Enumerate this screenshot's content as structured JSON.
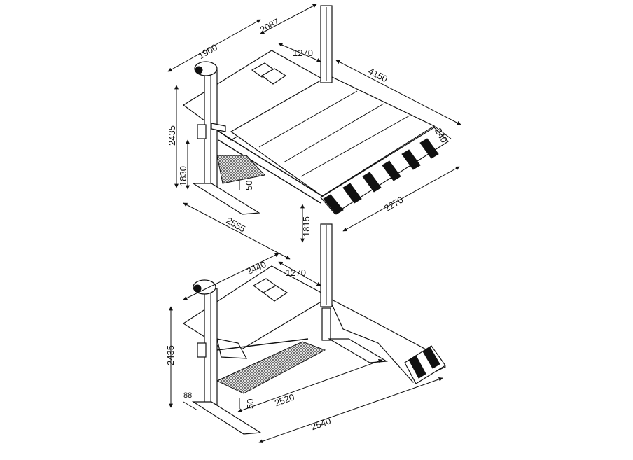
{
  "diagram": {
    "colors": {
      "line": "#111111",
      "background": "#ffffff",
      "stripe": "#111111",
      "mesh": "#666666"
    },
    "upper_unit": {
      "dimensions": {
        "width_top": "1900",
        "depth_top": "2087",
        "post_offset": "1270",
        "platform_length": "4150",
        "ramp": "240",
        "height_total": "2435",
        "height_lower": "1830",
        "plate_thickness": "50",
        "base_length": "2555",
        "clearance": "1815",
        "platform_width": "2270"
      }
    },
    "lower_unit": {
      "dimensions": {
        "width_top": "2440",
        "post_offset": "1270",
        "height_total": "2435",
        "base_plate": "88",
        "plate_thickness": "50",
        "inner_width": "2520",
        "outer_width": "2540"
      }
    }
  }
}
